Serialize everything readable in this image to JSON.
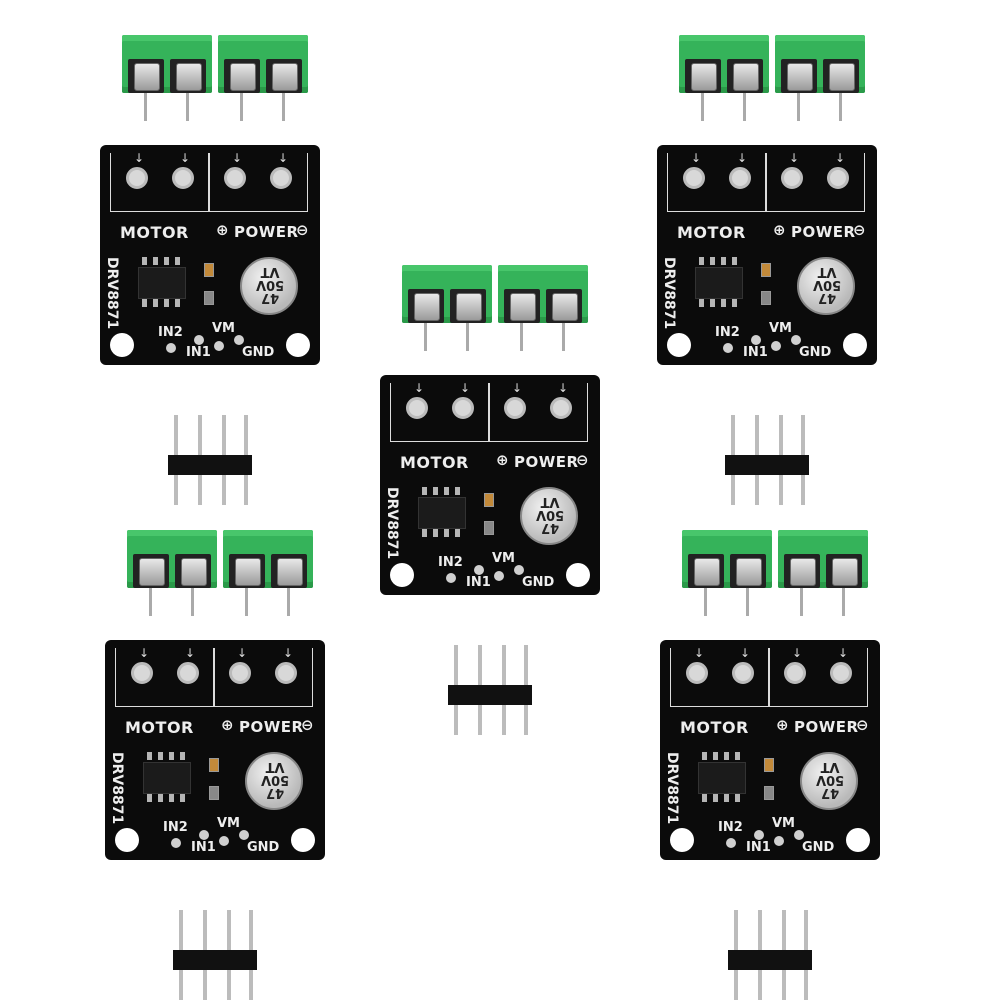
{
  "boards": [
    {
      "motor_label": "MOTOR",
      "power_label": "POWER",
      "chip_label": "DRV8871",
      "in2_label": "IN2",
      "in1_label": "IN1",
      "vm_label": "VM",
      "gnd_label": "GND",
      "cap_label": "47\n50V\nVT"
    },
    {
      "motor_label": "MOTOR",
      "power_label": "POWER",
      "chip_label": "DRV8871",
      "in2_label": "IN2",
      "in1_label": "IN1",
      "vm_label": "VM",
      "gnd_label": "GND",
      "cap_label": "47\n50V\nVT"
    },
    {
      "motor_label": "MOTOR",
      "power_label": "POWER",
      "chip_label": "DRV8871",
      "in2_label": "IN2",
      "in1_label": "IN1",
      "vm_label": "VM",
      "gnd_label": "GND",
      "cap_label": "47\n50V\nVT"
    },
    {
      "motor_label": "MOTOR",
      "power_label": "POWER",
      "chip_label": "DRV8871",
      "in2_label": "IN2",
      "in1_label": "IN1",
      "vm_label": "VM",
      "gnd_label": "GND",
      "cap_label": "47\n50V\nVT"
    },
    {
      "motor_label": "MOTOR",
      "power_label": "POWER",
      "chip_label": "DRV8871",
      "in2_label": "IN2",
      "in1_label": "IN1",
      "vm_label": "VM",
      "gnd_label": "GND",
      "cap_label": "47\n50V\nVT"
    }
  ],
  "colors": {
    "terminal_green": "#35b35a",
    "pcb_black": "#0b0b0b",
    "silk_white": "#eeeeee"
  },
  "icons": {
    "plus_symbol": "⊕",
    "minus_symbol": "⊖",
    "arrow": "↓"
  }
}
